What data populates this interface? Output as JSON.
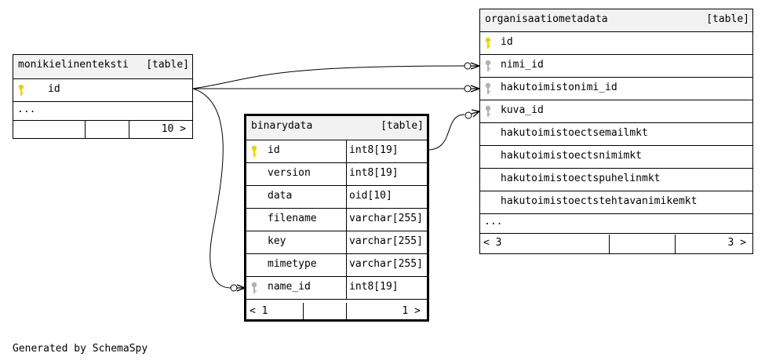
{
  "credit": "Generated by SchemaSpy",
  "tables": {
    "monikielinenteksti": {
      "name": "monikielinenteksti",
      "kind": "[table]",
      "columns": [
        {
          "name": "id",
          "key": "primary"
        }
      ],
      "more": "...",
      "footer": {
        "right": "10 >"
      }
    },
    "binarydata": {
      "name": "binarydata",
      "kind": "[table]",
      "columns": [
        {
          "name": "id",
          "type": "int8[19]",
          "key": "primary"
        },
        {
          "name": "version",
          "type": "int8[19]"
        },
        {
          "name": "data",
          "type": "oid[10]"
        },
        {
          "name": "filename",
          "type": "varchar[255]"
        },
        {
          "name": "key",
          "type": "varchar[255]"
        },
        {
          "name": "mimetype",
          "type": "varchar[255]"
        },
        {
          "name": "name_id",
          "type": "int8[19]",
          "key": "foreign"
        }
      ],
      "footer": {
        "left": "< 1",
        "right": "1 >"
      }
    },
    "organisaatiometadata": {
      "name": "organisaatiometadata",
      "kind": "[table]",
      "columns": [
        {
          "name": "id",
          "key": "primary"
        },
        {
          "name": "nimi_id",
          "key": "foreign"
        },
        {
          "name": "hakutoimistonimi_id",
          "key": "foreign"
        },
        {
          "name": "kuva_id",
          "key": "foreign"
        },
        {
          "name": "hakutoimistoectsemailmkt"
        },
        {
          "name": "hakutoimistoectsnimimkt"
        },
        {
          "name": "hakutoimistoectspuhelinmkt"
        },
        {
          "name": "hakutoimistoectstehtavanimikemkt"
        }
      ],
      "more": "...",
      "footer": {
        "left": "< 3",
        "right": "3 >"
      }
    }
  },
  "relationships": [
    {
      "from": "organisaatiometadata.nimi_id",
      "to": "monikielinenteksti.id"
    },
    {
      "from": "organisaatiometadata.hakutoimistonimi_id",
      "to": "monikielinenteksti.id"
    },
    {
      "from": "organisaatiometadata.kuva_id",
      "to": "binarydata.id"
    },
    {
      "from": "binarydata.name_id",
      "to": "monikielinenteksti.id"
    }
  ],
  "colors": {
    "primary_key": "#e6d300",
    "foreign_key": "#b0b0b0",
    "header_bg": "#f2f2f2"
  }
}
